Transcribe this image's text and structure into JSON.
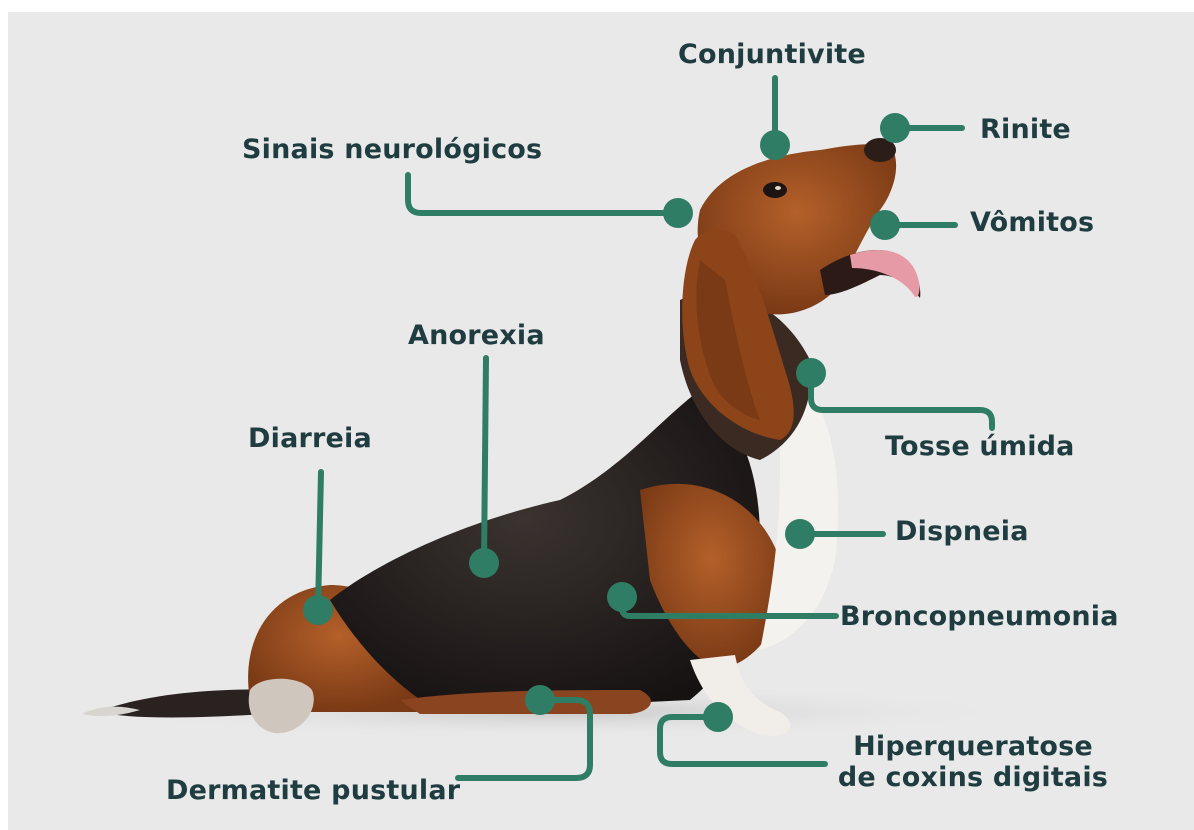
{
  "colors": {
    "background": "#e9e9e9",
    "connector": "#2e7d64",
    "label_text": "#1f3c40"
  },
  "labels": {
    "conjuntivite": "Conjuntivite",
    "rinite": "Rinite",
    "sinais_neurologicos": "Sinais neurológicos",
    "vomitos": "Vômitos",
    "anorexia": "Anorexia",
    "tosse_umida": "Tosse úmida",
    "diarreia": "Diarreia",
    "dispneia": "Dispneia",
    "broncopneumonia": "Broncopneumonia",
    "hiperqueratose_line1": "Hiperqueratose",
    "hiperqueratose_line2": "de coxins digitais",
    "dermatite_pustular": "Dermatite pustular"
  },
  "image": {
    "subject": "basset-hound-photo"
  }
}
